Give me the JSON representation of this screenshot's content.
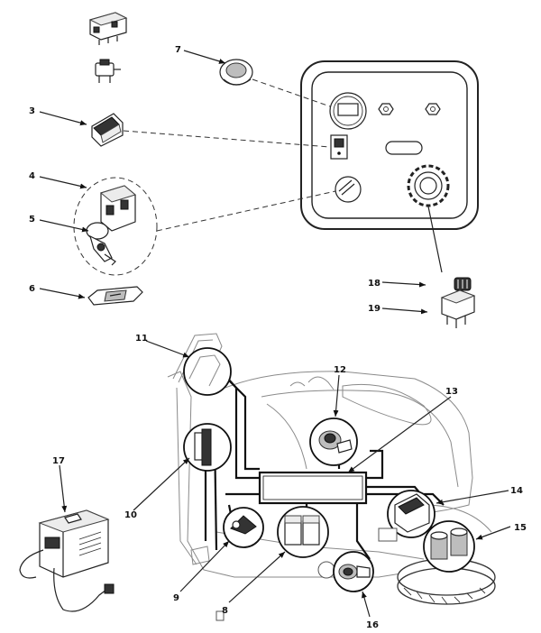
{
  "callouts": [
    {
      "id": "7",
      "text": "7"
    },
    {
      "id": "3",
      "text": "3"
    },
    {
      "id": "4",
      "text": "4"
    },
    {
      "id": "5",
      "text": "5"
    },
    {
      "id": "6",
      "text": "6"
    },
    {
      "id": "18",
      "text": "18"
    },
    {
      "id": "19",
      "text": "19"
    },
    {
      "id": "11",
      "text": "11"
    },
    {
      "id": "12",
      "text": "12"
    },
    {
      "id": "13",
      "text": "13"
    },
    {
      "id": "17",
      "text": "17"
    },
    {
      "id": "10",
      "text": "10"
    },
    {
      "id": "14",
      "text": "14"
    },
    {
      "id": "15",
      "text": "15"
    },
    {
      "id": "9",
      "text": "9"
    },
    {
      "id": "8",
      "text": "8"
    },
    {
      "id": "16",
      "text": "16"
    }
  ]
}
